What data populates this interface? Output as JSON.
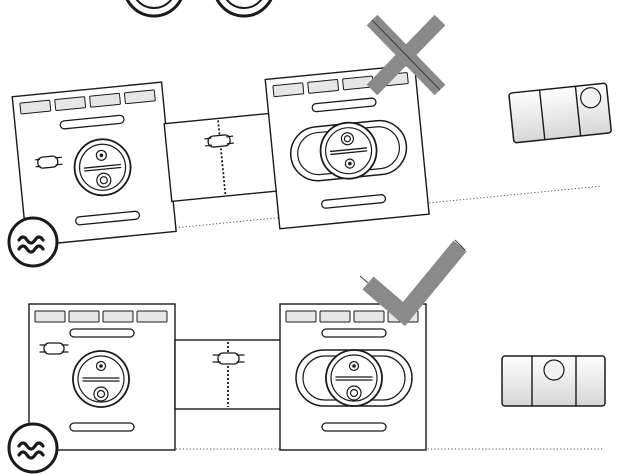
{
  "figure": {
    "panels": [
      {
        "id": "incorrect",
        "status": "incorrect",
        "status_icon": "cross-icon",
        "status_color": "#8a8a8a"
      },
      {
        "id": "correct",
        "status": "correct",
        "status_icon": "checkmark-icon",
        "status_color": "#8a8a8a"
      }
    ],
    "icons": [
      "power-supply-icon",
      "spirit-level-icon",
      "washer-front-icon",
      "dryer-front-icon"
    ]
  }
}
